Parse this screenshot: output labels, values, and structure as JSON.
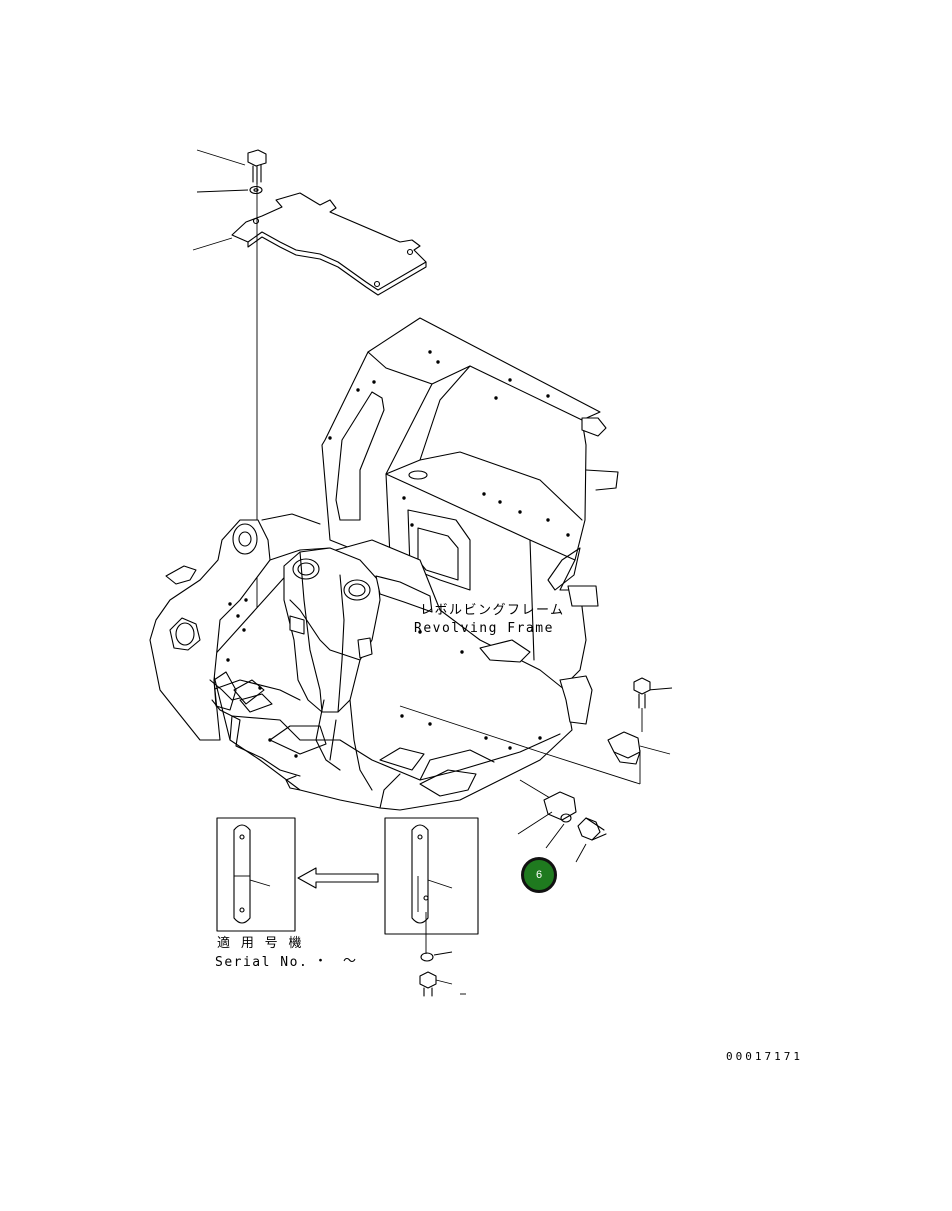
{
  "labels": {
    "frame_jp": "レボルビングフレーム",
    "frame_en": "Revolving Frame",
    "serial_jp": "適 用 号 機",
    "serial_en": "Serial No.",
    "serial_dot": "・",
    "serial_tilde": "～",
    "drawing_number": "00017171"
  },
  "callout": {
    "number": "6",
    "color": "#1f7a1f"
  },
  "colors": {
    "line": "#000000",
    "background": "#ffffff"
  }
}
